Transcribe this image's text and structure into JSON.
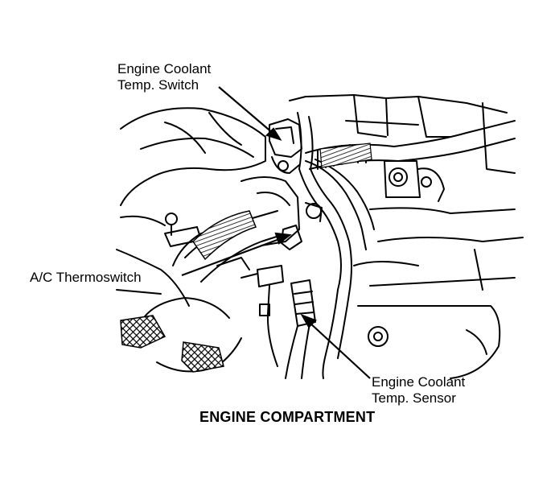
{
  "labels": {
    "coolant_switch": [
      "Engine Coolant",
      "Temp. Switch"
    ],
    "ac_thermoswitch": "A/C Thermoswitch",
    "coolant_sensor": [
      "Engine Coolant",
      "Temp. Sensor"
    ]
  },
  "caption": "ENGINE COMPARTMENT",
  "colors": {
    "ink": "#000000",
    "paper": "#ffffff"
  }
}
